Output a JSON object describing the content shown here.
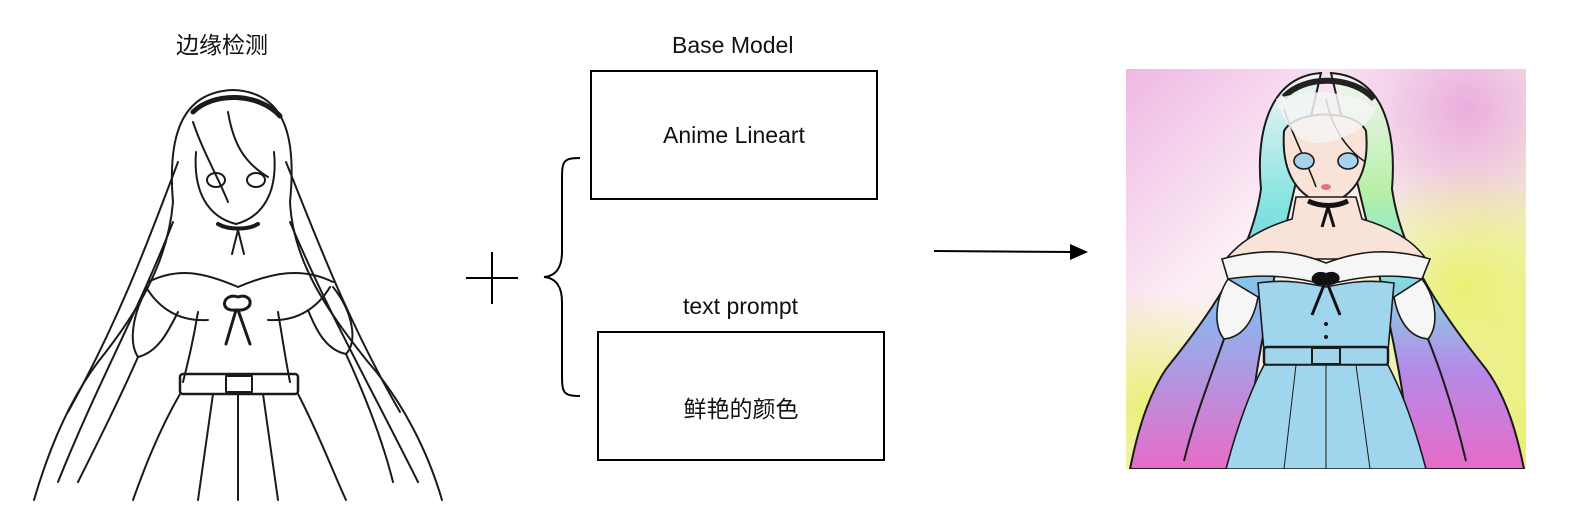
{
  "left_panel": {
    "title": "边缘检测",
    "image": "anime-lineart-girl-sketch"
  },
  "plus_symbol": "plus-icon",
  "model_group": {
    "base_model_label": "Base Model",
    "base_model_value": "Anime Lineart",
    "prompt_label": "text prompt",
    "prompt_value": "鲜艳的颜色"
  },
  "arrow": "right-arrow-icon",
  "output_panel": {
    "image": "colored-anime-girl-output"
  },
  "colors": {
    "hair_cyan": "#7fe3e0",
    "hair_pink": "#e86bc8",
    "dress_blue": "#9fd6ee",
    "bg_pink": "#efb7e3",
    "bg_yellow": "#e8f06a"
  }
}
